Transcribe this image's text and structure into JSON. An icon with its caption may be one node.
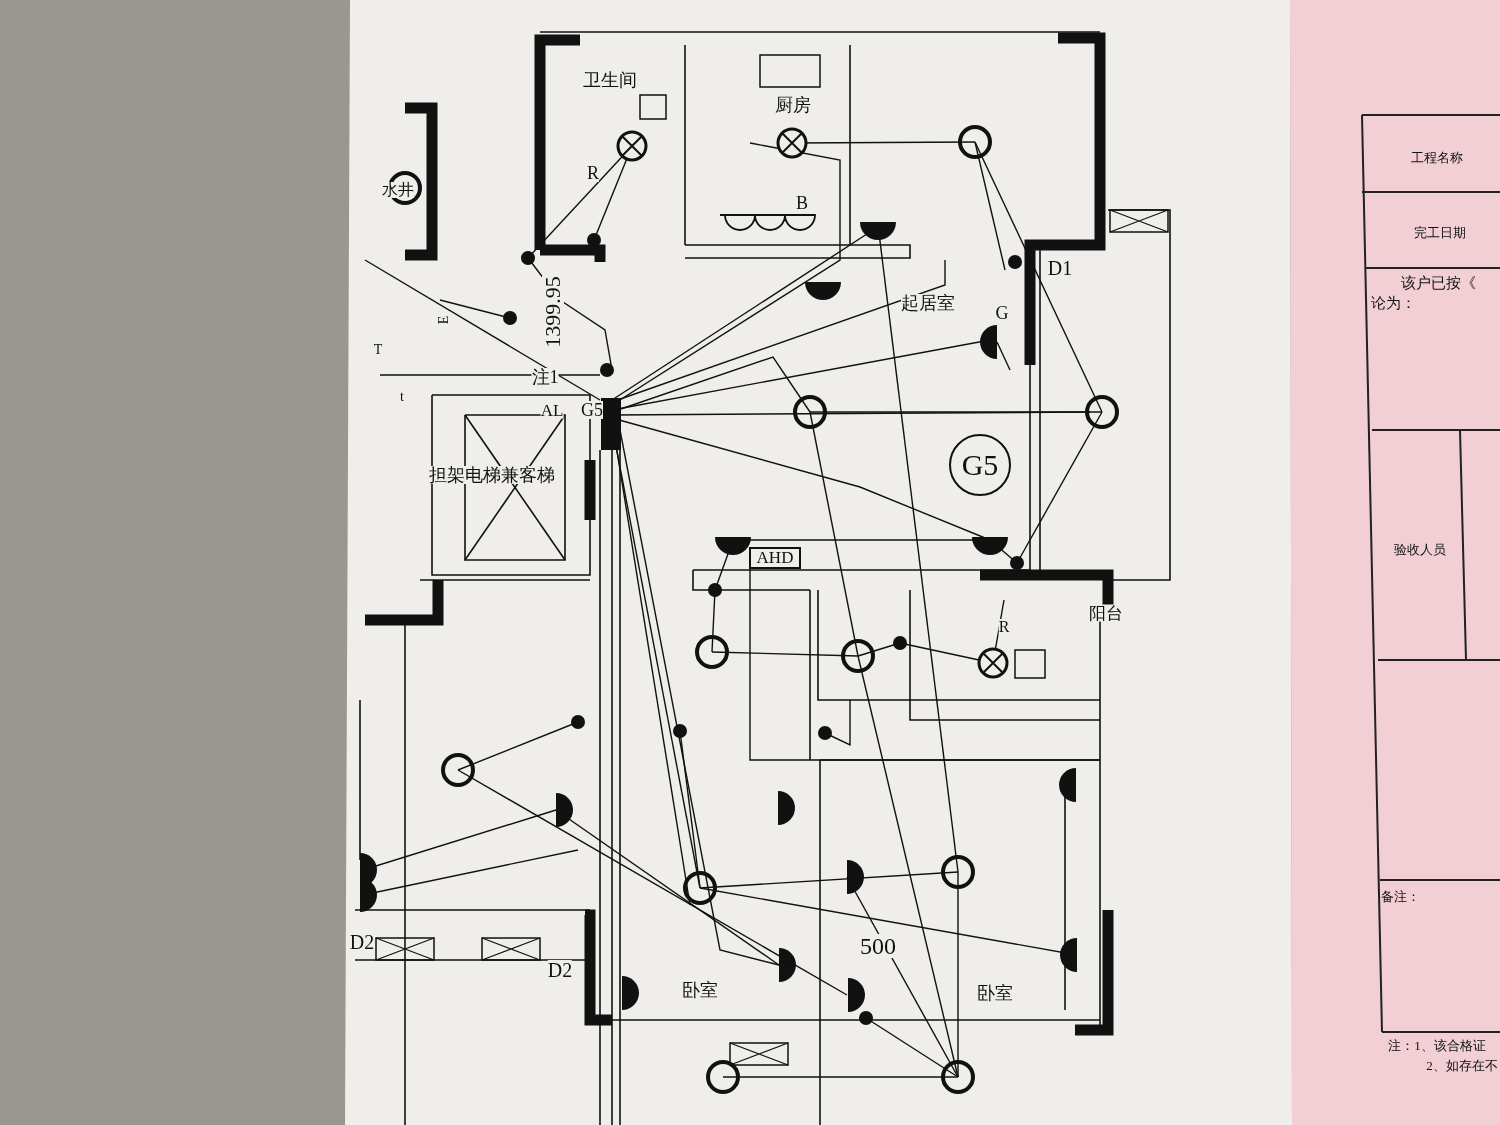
{
  "diagram": {
    "nodes": [
      {
        "text": [
          "G5"
        ]
      },
      {
        "text": [
          "AHD"
        ]
      }
    ],
    "labels": [
      "卫生间",
      "厨房",
      "R",
      "B",
      "水井",
      "1399.95",
      "E",
      "T",
      "t",
      "注1",
      "AL",
      "G5",
      "起居室",
      "D1",
      "G",
      "担架电梯兼客梯",
      "阳台",
      "R",
      "D2",
      "D2",
      "500",
      "卧室",
      "卧室",
      "工程名称",
      "完工日期",
      "该户已按《",
      "论为：",
      "验收人员",
      "备注：",
      "注：1、该合格证",
      "2、如存在不"
    ]
  }
}
